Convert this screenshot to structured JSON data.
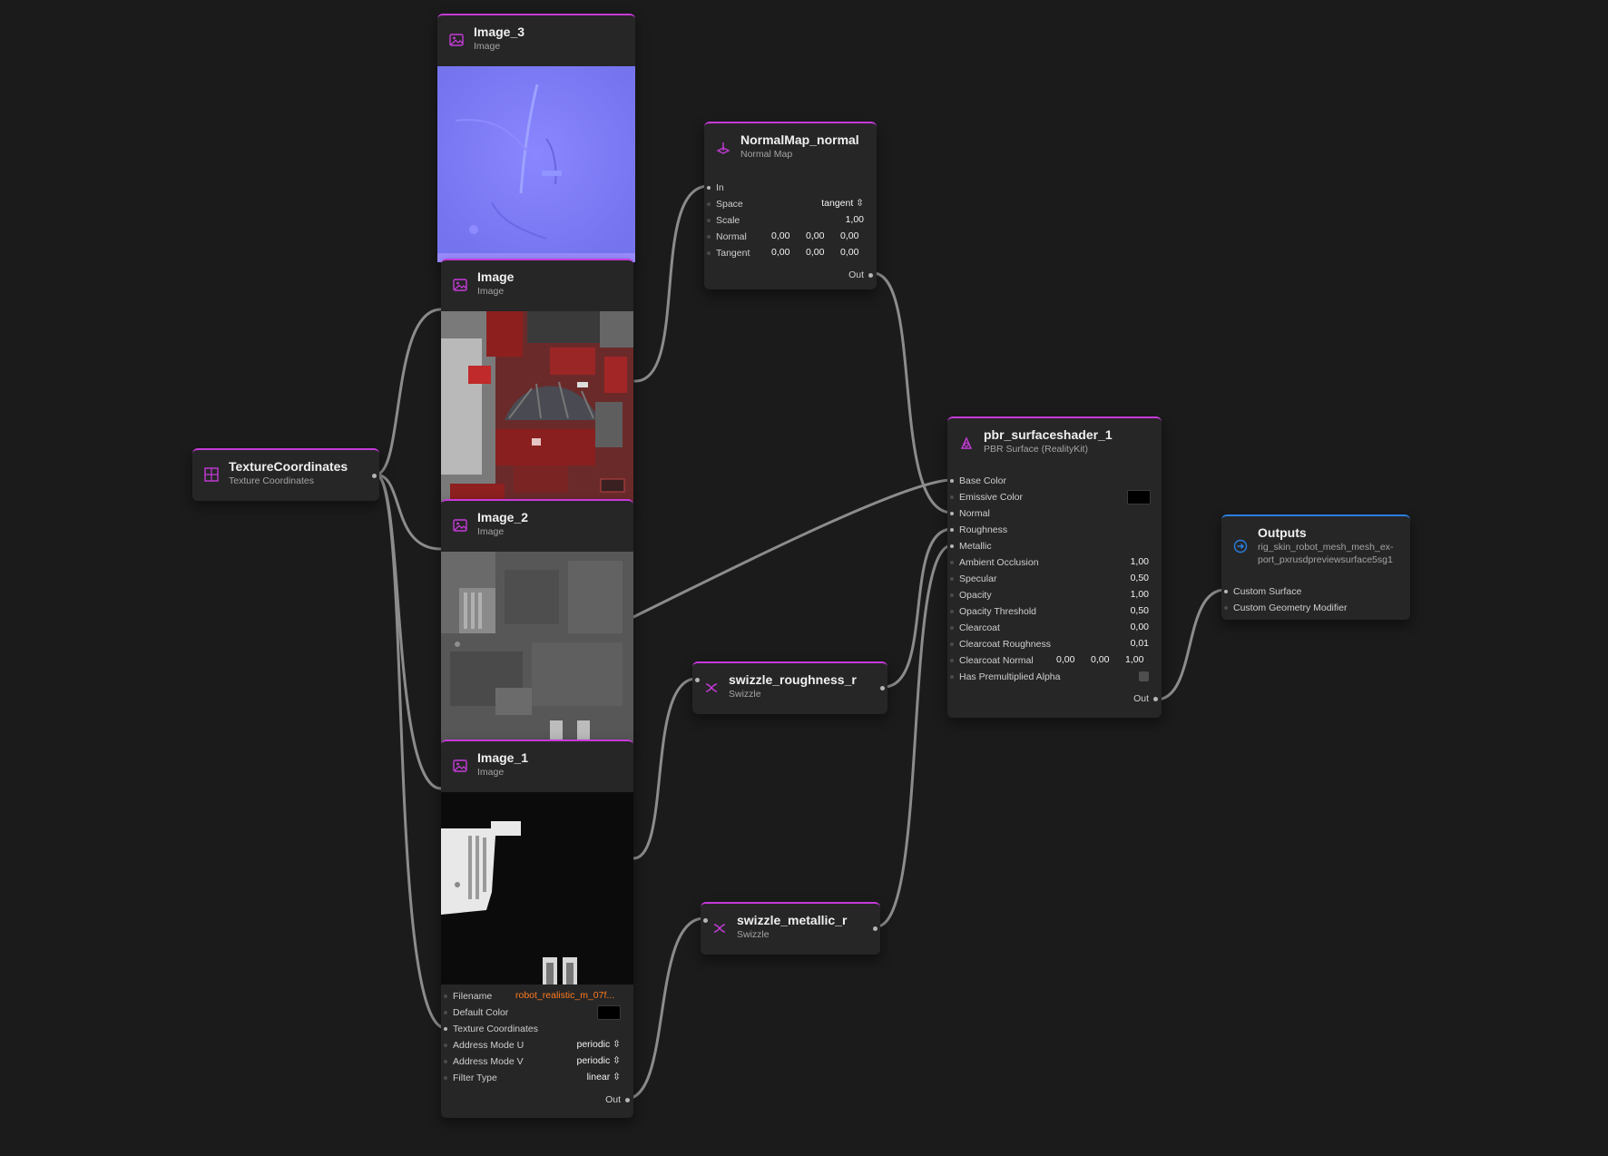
{
  "colors": {
    "background": "#1b1b1c",
    "node_background": "#262627",
    "node_accent": "#c63ad8",
    "outputs_accent": "#2b7fe0",
    "wire": "#8c8c8c",
    "filename_value": "#ff7a1f"
  },
  "nodes": {
    "texture_coordinates": {
      "title": "TextureCoordinates",
      "subtitle": "Texture Coordinates",
      "icon": "uv-grid-icon"
    },
    "image_3": {
      "title": "Image_3",
      "subtitle": "Image",
      "icon": "image-icon",
      "preview": "normal-map-texture-preview"
    },
    "image": {
      "title": "Image",
      "subtitle": "Image",
      "icon": "image-icon",
      "preview": "base-color-texture-preview"
    },
    "image_2": {
      "title": "Image_2",
      "subtitle": "Image",
      "icon": "image-icon",
      "preview": "roughness-texture-preview"
    },
    "image_1": {
      "title": "Image_1",
      "subtitle": "Image",
      "icon": "image-icon",
      "preview": "metallic-texture-preview",
      "params": {
        "filename_label": "Filename",
        "filename_value": "robot_realistic_m_07f...",
        "default_color_label": "Default Color",
        "texture_coordinates_label": "Texture Coordinates",
        "address_u_label": "Address Mode U",
        "address_u_value": "periodic",
        "address_v_label": "Address Mode V",
        "address_v_value": "periodic",
        "filter_label": "Filter Type",
        "filter_value": "linear",
        "out_label": "Out"
      }
    },
    "normal_map": {
      "title": "NormalMap_normal",
      "subtitle": "Normal Map",
      "icon": "normal-map-icon",
      "params": {
        "in_label": "In",
        "space_label": "Space",
        "space_value": "tangent",
        "scale_label": "Scale",
        "scale_value": "1,00",
        "normal_label": "Normal",
        "normal_values": [
          "0,00",
          "0,00",
          "0,00"
        ],
        "tangent_label": "Tangent",
        "tangent_values": [
          "0,00",
          "0,00",
          "0,00"
        ],
        "out_label": "Out"
      }
    },
    "swizzle_roughness": {
      "title": "swizzle_roughness_r",
      "subtitle": "Swizzle",
      "icon": "swizzle-icon"
    },
    "swizzle_metallic": {
      "title": "swizzle_metallic_r",
      "subtitle": "Swizzle",
      "icon": "swizzle-icon"
    },
    "pbr": {
      "title": "pbr_surfaceshader_1",
      "subtitle": "PBR Surface (RealityKit)",
      "icon": "shader-icon",
      "params": {
        "base_color_label": "Base Color",
        "emissive_label": "Emissive Color",
        "normal_label": "Normal",
        "roughness_label": "Roughness",
        "metallic_label": "Metallic",
        "ao_label": "Ambient Occlusion",
        "ao_value": "1,00",
        "specular_label": "Specular",
        "specular_value": "0,50",
        "opacity_label": "Opacity",
        "opacity_value": "1,00",
        "opacity_threshold_label": "Opacity Threshold",
        "opacity_threshold_value": "0,50",
        "clearcoat_label": "Clearcoat",
        "clearcoat_value": "0,00",
        "clearcoat_roughness_label": "Clearcoat Roughness",
        "clearcoat_roughness_value": "0,01",
        "clearcoat_normal_label": "Clearcoat Normal",
        "clearcoat_normal_values": [
          "0,00",
          "0,00",
          "1,00"
        ],
        "premult_label": "Has Premultiplied Alpha",
        "out_label": "Out"
      }
    },
    "outputs": {
      "title": "Outputs",
      "subtitle": "rig_skin_robot_mesh_mesh_ex-",
      "subtitle2": "port_pxrusdpreviewsurface5sg1",
      "icon": "output-arrow-icon",
      "params": {
        "custom_surface_label": "Custom Surface",
        "custom_geometry_label": "Custom Geometry Modifier"
      }
    }
  }
}
